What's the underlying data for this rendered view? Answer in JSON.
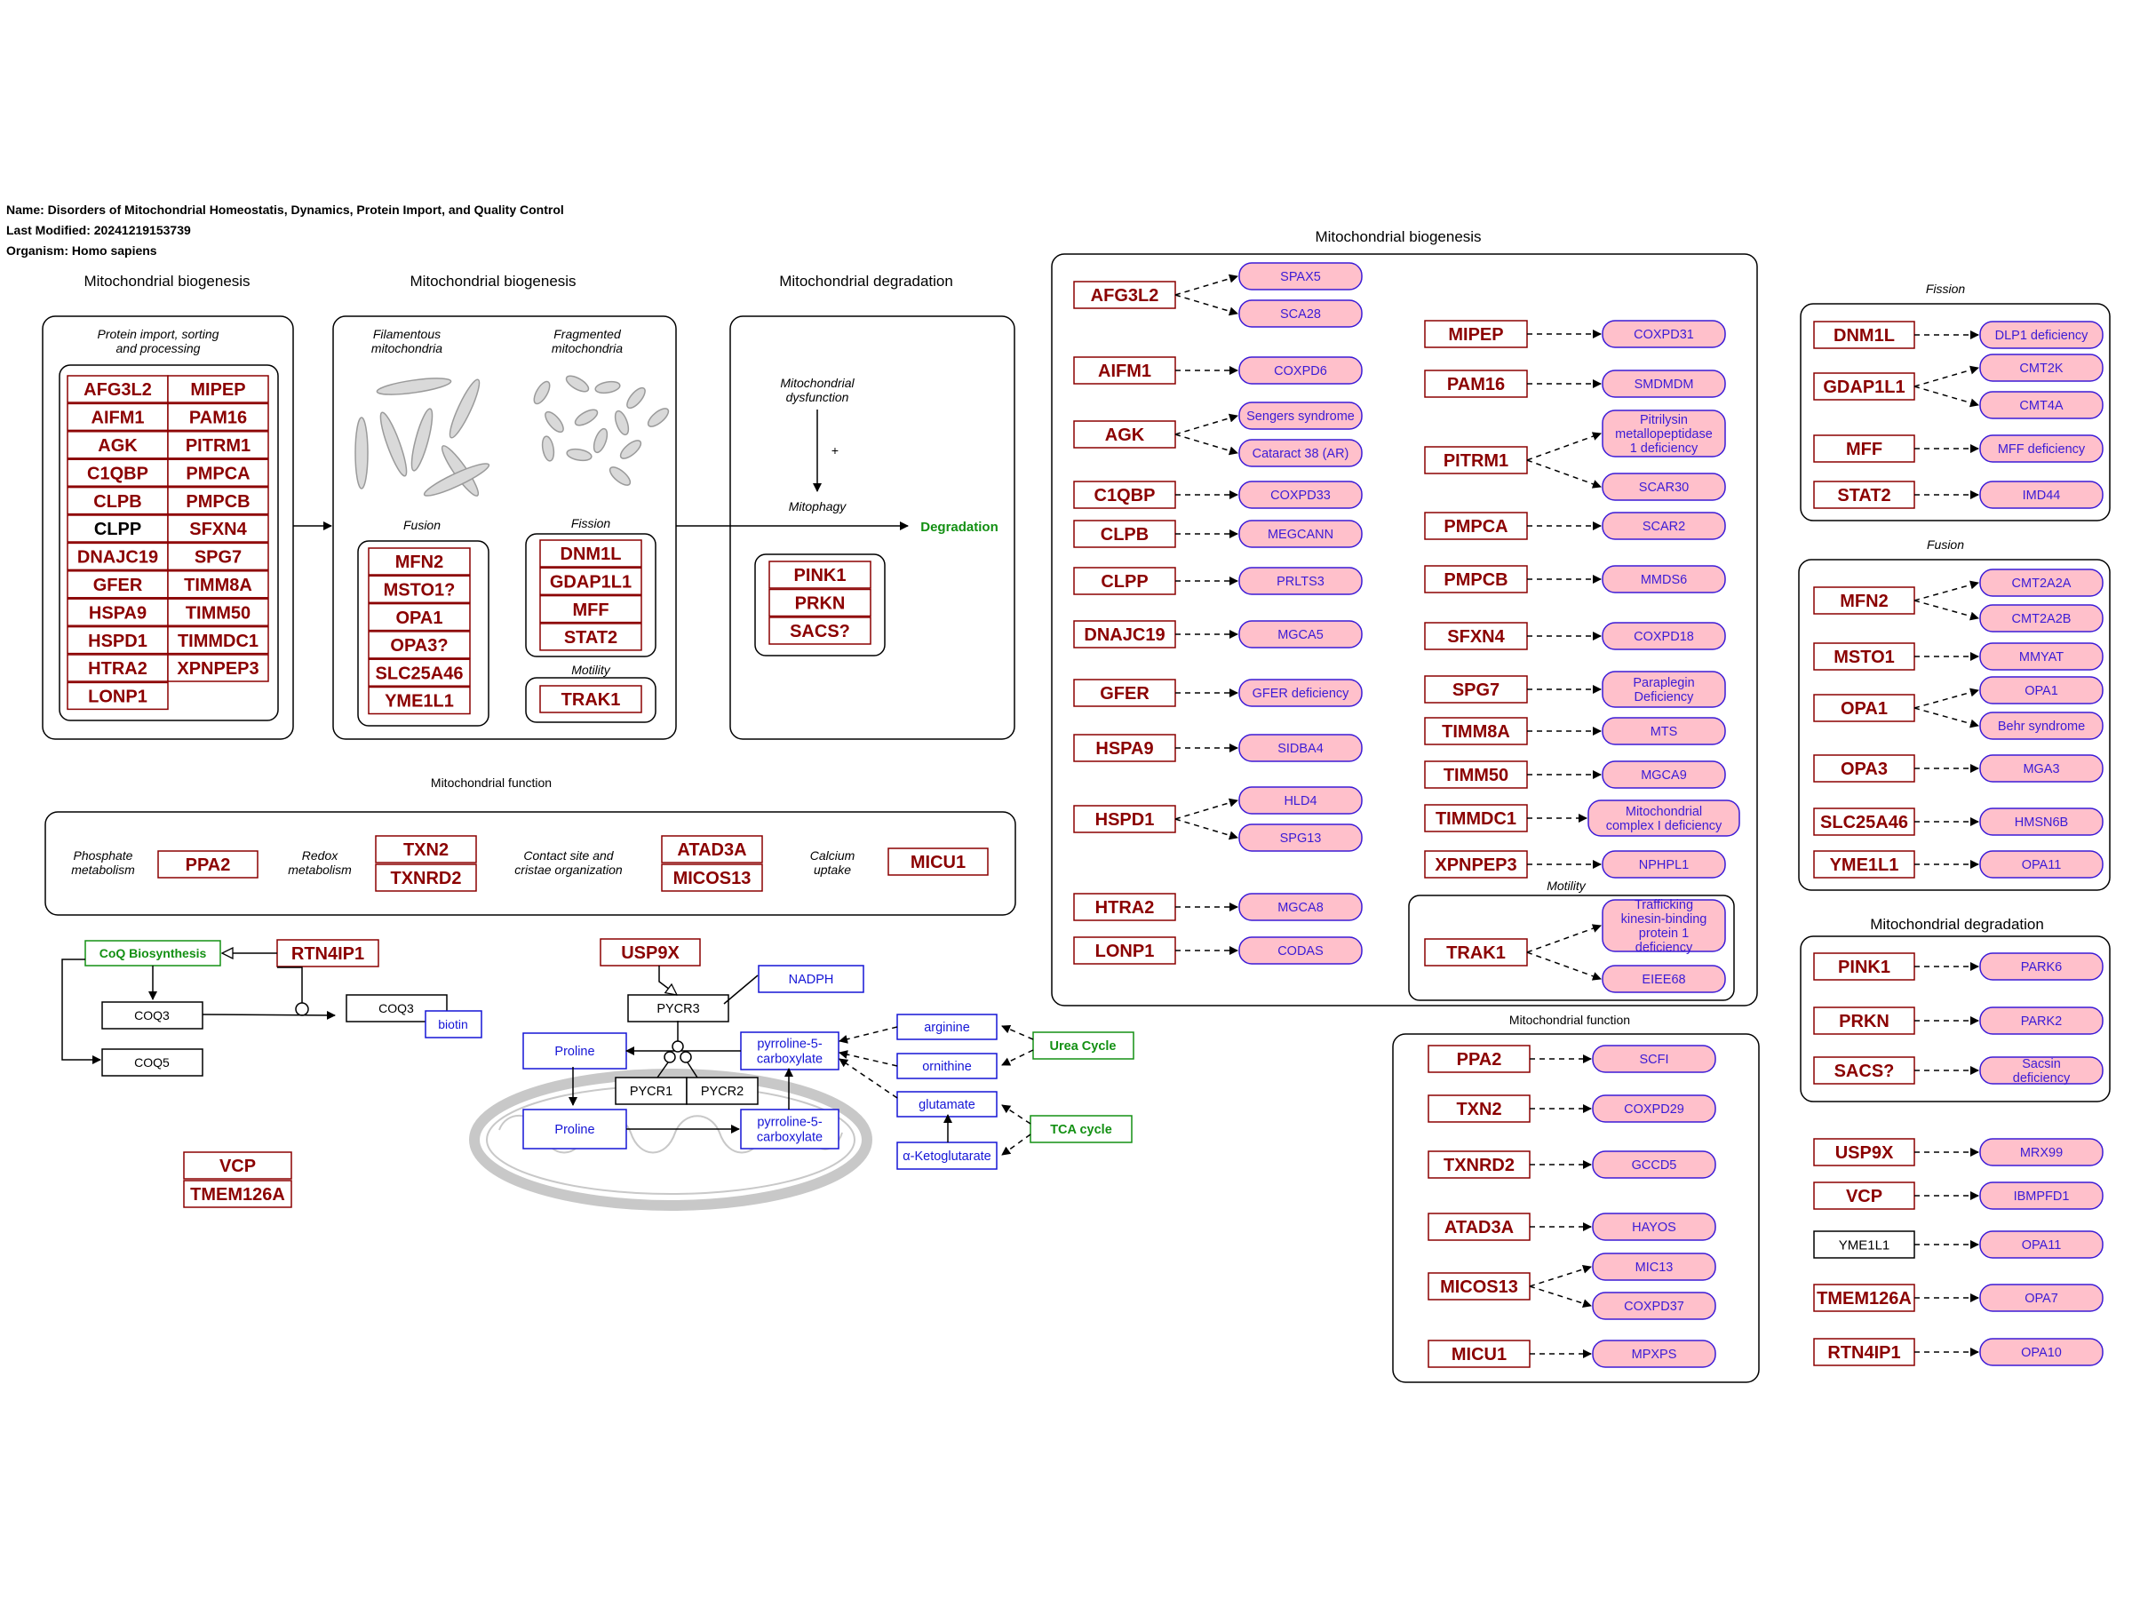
{
  "meta": {
    "name_line": "Name: Disorders of Mitochondrial Homeostatis, Dynamics, Protein Import, and Quality Control",
    "modified_line": "Last Modified: 20241219153739",
    "organism_line": "Organism: Homo sapiens"
  },
  "colors": {
    "gene": "#8b0000",
    "disease_fill": "#ffc0cb",
    "disease_stroke": "#3b1bd6",
    "metabolite": "#1515d6",
    "pathway": "#139013",
    "frame": "#000000"
  },
  "left": {
    "sec_biogenesis_1": "Mitochondrial biogenesis",
    "sec_biogenesis_2": "Mitochondrial biogenesis",
    "sec_degradation": "Mitochondrial degradation",
    "sec_function": "Mitochondrial function",
    "import_label_1": "Protein import, sorting",
    "import_label_2": "and processing",
    "import_genes": [
      "AFG3L2",
      "MIPEP",
      "AIFM1",
      "PAM16",
      "AGK",
      "PITRM1",
      "C1QBP",
      "PMPCA",
      "CLPB",
      "PMPCB",
      "CLPP",
      "SFXN4",
      "DNAJC19",
      "SPG7",
      "GFER",
      "TIMM8A",
      "HSPA9",
      "TIMM50",
      "HSPD1",
      "TIMMDC1",
      "HTRA2",
      "XPNPEP3",
      "LONP1"
    ],
    "filamentous_1": "Filamentous",
    "filamentous_2": "mitochondria",
    "fragmented_1": "Fragmented",
    "fragmented_2": "mitochondria",
    "fusion_label": "Fusion",
    "fusion_genes": [
      "MFN2",
      "MSTO1?",
      "OPA1",
      "OPA3?",
      "SLC25A46",
      "YME1L1"
    ],
    "fission_label": "Fission",
    "fission_genes": [
      "DNM1L",
      "GDAP1L1",
      "MFF",
      "STAT2"
    ],
    "motility_label": "Motility",
    "motility_genes": [
      "TRAK1"
    ],
    "dysfunction_1": "Mitochondrial",
    "dysfunction_2": "dysfunction",
    "plus": "+",
    "mitophagy": "Mitophagy",
    "degradation": "Degradation",
    "degradation_genes": [
      "PINK1",
      "PRKN",
      "SACS?"
    ],
    "phosphate_1": "Phosphate",
    "phosphate_2": "metabolism",
    "redox_1": "Redox",
    "redox_2": "metabolism",
    "contact_1": "Contact site and",
    "contact_2": "cristae organization",
    "calcium_1": "Calcium",
    "calcium_2": "uptake",
    "func_genes": {
      "ppa2": "PPA2",
      "txn2": "TXN2",
      "txnrd2": "TXNRD2",
      "atad3a": "ATAD3A",
      "micos13": "MICOS13",
      "micu1": "MICU1"
    },
    "coq": {
      "pathway": "CoQ Biosynthesis",
      "rtn": "RTN4IP1",
      "coq3a": "COQ3",
      "coq3b": "COQ3",
      "coq5": "COQ5",
      "biotin": "biotin"
    },
    "vcp": "VCP",
    "tmem": "TMEM126A",
    "proline": {
      "usp9x": "USP9X",
      "nadph": "NADPH",
      "pycr3": "PYCR3",
      "pycr1": "PYCR1",
      "pycr2": "PYCR2",
      "proline_top": "Proline",
      "proline_bot": "Proline",
      "p5c_1": "pyrroline-5-",
      "p5c_2": "carboxylate",
      "arginine": "arginine",
      "ornithine": "ornithine",
      "glutamate": "glutamate",
      "akg": "α-Ketoglutarate",
      "urea": "Urea Cycle",
      "tca": "TCA cycle"
    }
  },
  "right": {
    "bio_title": "Mitochondrial biogenesis",
    "motility": "Motility",
    "fission_title": "Fission",
    "fusion_title": "Fusion",
    "deg_title": "Mitochondrial degradation",
    "func_title": "Mitochondrial function",
    "bio_col1": [
      {
        "gene": "AFG3L2",
        "diseases": [
          "SPAX5",
          "SCA28"
        ]
      },
      {
        "gene": "AIFM1",
        "diseases": [
          "COXPD6"
        ]
      },
      {
        "gene": "AGK",
        "diseases": [
          "Sengers syndrome",
          "Cataract 38 (AR)"
        ]
      },
      {
        "gene": "C1QBP",
        "diseases": [
          "COXPD33"
        ]
      },
      {
        "gene": "CLPB",
        "diseases": [
          "MEGCANN"
        ]
      },
      {
        "gene": "CLPP",
        "diseases": [
          "PRLTS3"
        ]
      },
      {
        "gene": "DNAJC19",
        "diseases": [
          "MGCA5"
        ]
      },
      {
        "gene": "GFER",
        "diseases": [
          "GFER deficiency"
        ]
      },
      {
        "gene": "HSPA9",
        "diseases": [
          "SIDBA4"
        ]
      },
      {
        "gene": "HSPD1",
        "diseases": [
          "HLD4",
          "SPG13"
        ]
      },
      {
        "gene": "HTRA2",
        "diseases": [
          "MGCA8"
        ]
      },
      {
        "gene": "LONP1",
        "diseases": [
          "CODAS"
        ]
      }
    ],
    "bio_col2": [
      {
        "gene": "MIPEP",
        "diseases": [
          "COXPD31"
        ]
      },
      {
        "gene": "PAM16",
        "diseases": [
          "SMDMDM"
        ]
      },
      {
        "gene": "PITRM1",
        "diseases": [
          "Pitrilysin metallopeptidase 1 deficiency",
          "SCAR30"
        ]
      },
      {
        "gene": "PMPCA",
        "diseases": [
          "SCAR2"
        ]
      },
      {
        "gene": "PMPCB",
        "diseases": [
          "MMDS6"
        ]
      },
      {
        "gene": "SFXN4",
        "diseases": [
          "COXPD18"
        ]
      },
      {
        "gene": "SPG7",
        "diseases": [
          "Paraplegin Deficiency"
        ]
      },
      {
        "gene": "TIMM8A",
        "diseases": [
          "MTS"
        ]
      },
      {
        "gene": "TIMM50",
        "diseases": [
          "MGCA9"
        ]
      },
      {
        "gene": "TIMMDC1",
        "diseases": [
          "Mitochondrial complex I deficiency"
        ]
      },
      {
        "gene": "XPNPEP3",
        "diseases": [
          "NPHPL1"
        ]
      },
      {
        "gene": "TRAK1",
        "diseases": [
          "Trafficking kinesin-binding protein 1 deficiency",
          "EIEE68"
        ]
      }
    ],
    "fission": [
      {
        "gene": "DNM1L",
        "diseases": [
          "DLP1 deficiency"
        ]
      },
      {
        "gene": "GDAP1L1",
        "diseases": [
          "CMT2K",
          "CMT4A"
        ]
      },
      {
        "gene": "MFF",
        "diseases": [
          "MFF deficiency"
        ]
      },
      {
        "gene": "STAT2",
        "diseases": [
          "IMD44"
        ]
      }
    ],
    "fusion": [
      {
        "gene": "MFN2",
        "diseases": [
          "CMT2A2A",
          "CMT2A2B"
        ]
      },
      {
        "gene": "MSTO1",
        "diseases": [
          "MMYAT"
        ]
      },
      {
        "gene": "OPA1",
        "diseases": [
          "OPA1",
          "Behr syndrome"
        ]
      },
      {
        "gene": "OPA3",
        "diseases": [
          "MGA3"
        ]
      },
      {
        "gene": "SLC25A46",
        "diseases": [
          "HMSN6B"
        ]
      },
      {
        "gene": "YME1L1",
        "diseases": [
          "OPA11"
        ]
      }
    ],
    "degradation": [
      {
        "gene": "PINK1",
        "diseases": [
          "PARK6"
        ]
      },
      {
        "gene": "PRKN",
        "diseases": [
          "PARK2"
        ]
      },
      {
        "gene": "SACS?",
        "diseases": [
          "Sacsin deficiency"
        ]
      }
    ],
    "function": [
      {
        "gene": "PPA2",
        "diseases": [
          "SCFI"
        ]
      },
      {
        "gene": "TXN2",
        "diseases": [
          "COXPD29"
        ]
      },
      {
        "gene": "TXNRD2",
        "diseases": [
          "GCCD5"
        ]
      },
      {
        "gene": "ATAD3A",
        "diseases": [
          "HAYOS"
        ]
      },
      {
        "gene": "MICOS13",
        "diseases": [
          "MIC13",
          "COXPD37"
        ]
      },
      {
        "gene": "MICU1",
        "diseases": [
          "MPXPS"
        ]
      }
    ],
    "others": [
      {
        "gene": "USP9X",
        "diseases": [
          "MRX99"
        ]
      },
      {
        "gene": "VCP",
        "diseases": [
          "IBMPFD1"
        ]
      },
      {
        "gene": "YME1L1",
        "diseases": [
          "OPA11"
        ]
      },
      {
        "gene": "TMEM126A",
        "diseases": [
          "OPA7"
        ]
      },
      {
        "gene": "RTN4IP1",
        "diseases": [
          "OPA10"
        ]
      }
    ]
  }
}
